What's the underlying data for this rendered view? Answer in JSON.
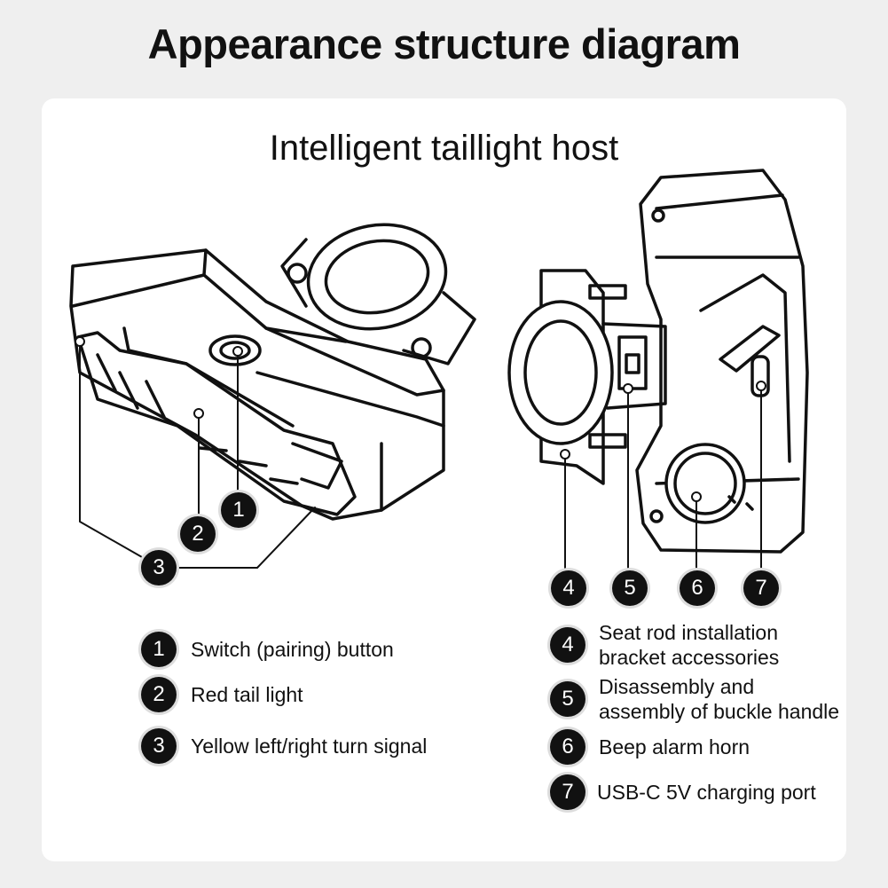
{
  "title": "Appearance structure diagram",
  "subtitle": "Intelligent taillight host",
  "markers": [
    "1",
    "2",
    "3",
    "4",
    "5",
    "6",
    "7"
  ],
  "legend": [
    {
      "num": "1",
      "text": "Switch (pairing) button"
    },
    {
      "num": "2",
      "text": "Red tail light"
    },
    {
      "num": "3",
      "text": "Yellow left/right turn signal"
    },
    {
      "num": "4",
      "text": "Seat rod installation bracket accessories"
    },
    {
      "num": "5",
      "text": "Disassembly and assembly of buckle handle"
    },
    {
      "num": "6",
      "text": "Beep alarm horn"
    },
    {
      "num": "7",
      "text": "USB-C 5V charging port"
    }
  ]
}
